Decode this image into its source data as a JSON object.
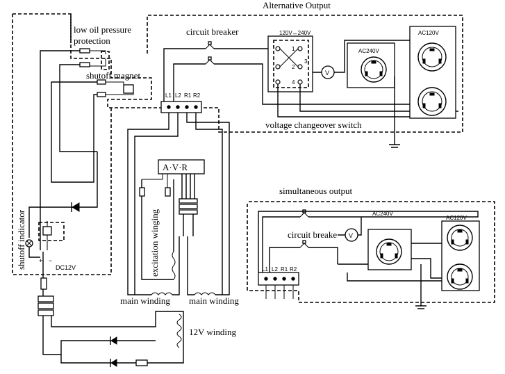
{
  "labels": {
    "alternative_output": "Alternative Output",
    "low_oil_pressure": "low oil pressure",
    "protection": "protection",
    "shutoff_magnet": "shutoff magnet",
    "circuit_breaker_top": "circuit breaker",
    "switch_range": "120V↔240V",
    "ac120v_top": "AC120V",
    "ac240v_top": "AC240V",
    "voltmeter": "V",
    "terminals": [
      "L1",
      "L2",
      "R1",
      "R2"
    ],
    "switch_nums": [
      "1",
      "2",
      "3",
      "4"
    ],
    "voltage_changeover_switch": "voltage changeover switch",
    "avr": "A·V·R",
    "excitation_winging": "excitation winging",
    "main_winding_left": "main winding",
    "main_winding_right": "main winding",
    "shutoff_indicator": "shutoff indicator",
    "dc12v": "DC12V",
    "plus": "+",
    "minus": "−",
    "v12_winding": "12V winding",
    "simultaneous_output": "simultaneous output",
    "ac240v_bottom": "AC240V",
    "ac120v_bottom": "AC120V",
    "circuit_breaker_bottom": "circuit breake",
    "voltmeter_bottom": "V",
    "terminals_bottom": [
      "L1",
      "L2",
      "R1",
      "R2"
    ]
  }
}
